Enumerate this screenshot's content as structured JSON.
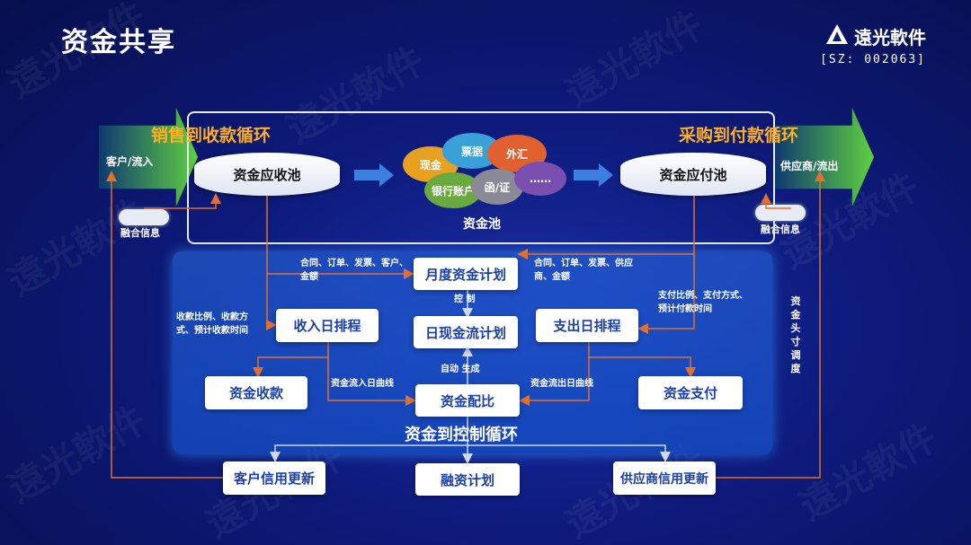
{
  "title": "资金共享",
  "logo": {
    "name": "遠光軟件",
    "code": "[SZ: 002063]"
  },
  "sales_cycle": "销售到收款循环",
  "purchase_cycle": "采购到付款循环",
  "control_cycle": "资金到控制循环",
  "customer_flow": "客户/流入",
  "supplier_flow": "供应商/流出",
  "fusion_info_left": "融合信息",
  "fusion_info_right": "融合信息",
  "receivable_pool": "资金应收池",
  "payable_pool": "资金应付池",
  "fund_pool": {
    "label": "资金池",
    "bubbles": [
      "现金",
      "票据",
      "外汇",
      "银行账户",
      "函/证",
      "……"
    ]
  },
  "boxes": {
    "monthly_plan": "月度资金计划",
    "daily_cash_plan": "日现金流计划",
    "income_schedule": "收入日排程",
    "expense_schedule": "支出日排程",
    "fund_collection": "资金收款",
    "fund_payment": "资金支付",
    "fund_allocation": "资金配比",
    "customer_credit": "客户信用更新",
    "financing_plan": "融资计划",
    "supplier_credit": "供应商信用更新"
  },
  "labels": {
    "left_docs": "合同、订单、发票、客户、金额",
    "right_docs": "合同、订单、发票、供应商、金额",
    "control": "控 制",
    "auto_generate": "自动 生成",
    "collection_terms": "收款比例、收款方式、预计收款时间",
    "payment_terms": "支付比例、支付方式、预计付款时间",
    "inflow_curve": "资金流入日曲线",
    "outflow_curve": "资金流出日曲线",
    "fund_position": "资金头寸调度"
  },
  "colors": {
    "accent": "#ffb020",
    "line": "#e07030",
    "box_text": "#1a3fa8"
  }
}
